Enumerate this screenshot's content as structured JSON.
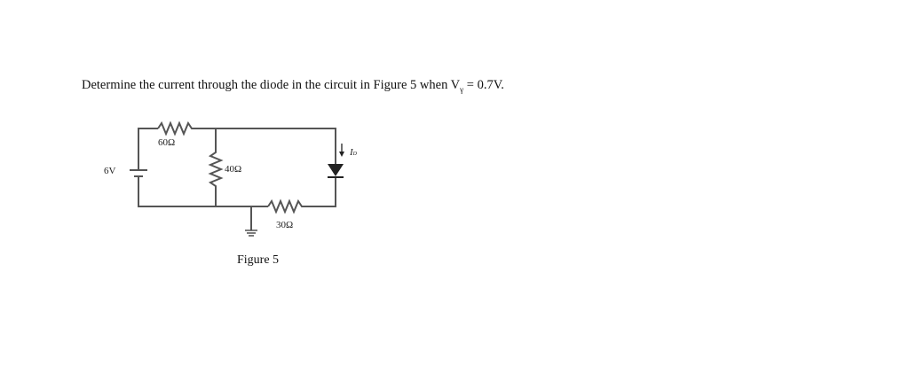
{
  "question": {
    "prefix": "Determine the current through the diode in the circuit in Figure 5 when V",
    "subscript": "γ",
    "suffix": " = 0.7V."
  },
  "circuit": {
    "source_label": "6V",
    "r1_label": "60Ω",
    "r2_label": "40Ω",
    "r3_label": "30Ω",
    "current_label": "I",
    "current_sub": "D"
  },
  "caption": "Figure 5"
}
